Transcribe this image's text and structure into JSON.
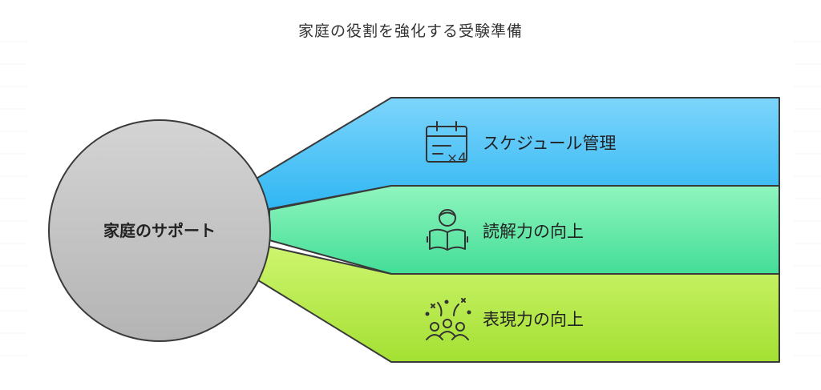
{
  "title": "家庭の役割を強化する受験準備",
  "center": {
    "label": "家庭のサポート",
    "color": "#c8c8c8"
  },
  "branches": [
    {
      "label": "スケジュール管理",
      "icon": "calendar-x4-icon",
      "color_top": "#7dd5fb",
      "color_bottom": "#2fb6f3"
    },
    {
      "label": "読解力の向上",
      "icon": "reading-person-icon",
      "color_top": "#8ff5be",
      "color_bottom": "#43dd97"
    },
    {
      "label": "表現力の向上",
      "icon": "celebrating-group-icon",
      "color_top": "#cef56e",
      "color_bottom": "#a4e033"
    }
  ],
  "icon_text": {
    "calendar_multiplier": "×4"
  }
}
